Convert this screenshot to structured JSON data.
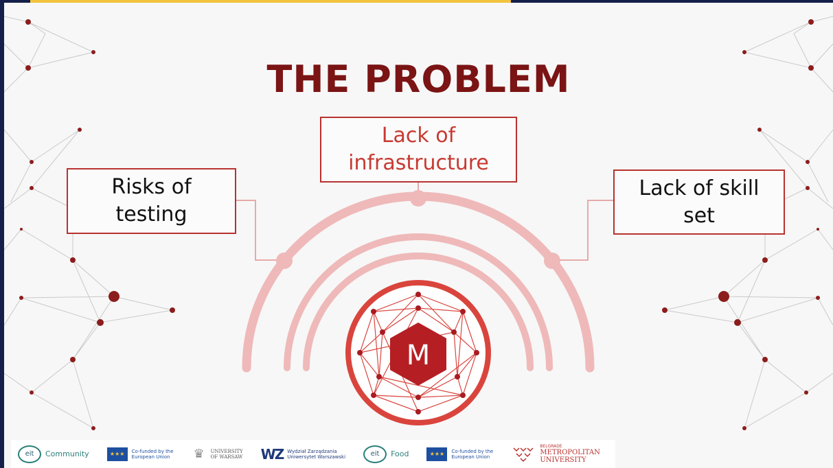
{
  "slide": {
    "title": "THE PROBLEM",
    "boxes": {
      "left": "Risks of\ntesting",
      "center": "Lack of\ninfrastructure",
      "right": "Lack of skill\nset"
    },
    "emblem_letter": "M"
  },
  "colors": {
    "title": "#7b1414",
    "accent": "#b8312f",
    "arc": "#efb9b9",
    "background": "#f7f7f7",
    "frame": "#15204a",
    "top_bar": "#f3c33c"
  },
  "logos": {
    "eit_community": {
      "badge": "eit",
      "word": "Community"
    },
    "eu_1": {
      "text": "Co-funded by the\nEuropean Union"
    },
    "uw": {
      "text": "UNIVERSITY\nOF WARSAW"
    },
    "wz": {
      "mark": "WZ",
      "text": "Wydział Zarządzania\nUniwersytet Warszawski"
    },
    "eit_food": {
      "badge": "eit",
      "word": "Food"
    },
    "eu_2": {
      "text": "Co-funded by the\nEuropean Union"
    },
    "bmu": {
      "small": "BELGRADE",
      "main": "METROPOLITAN\nUNIVERSITY"
    }
  }
}
